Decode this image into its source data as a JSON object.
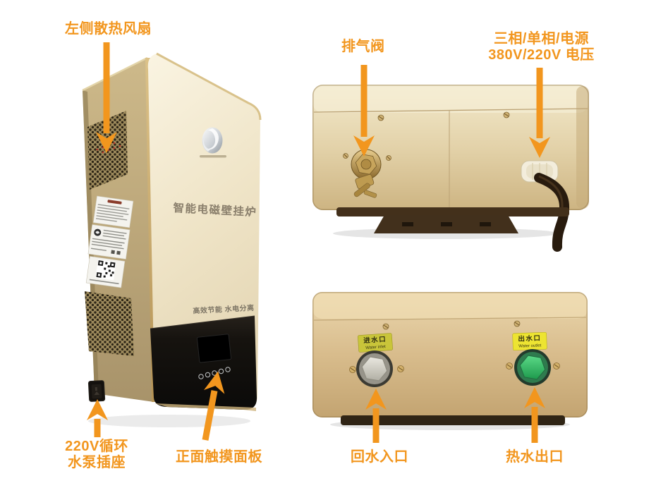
{
  "meta": {
    "accent_orange": "#F2961E",
    "body_gold": "#D9C194",
    "panel_black": "#15120F",
    "inlet_cap_gray": "#D6D4CC",
    "outlet_cap_green": "#3CC46F",
    "label_yellow": "#EDE432"
  },
  "callouts": {
    "fan": "左侧散热风扇",
    "exhaust_valve": "排气阀",
    "power_line1": "三相/单相/电源",
    "power_line2": "380V/220V 电压",
    "pump_socket_line1": "220V循环",
    "pump_socket_line2": "水泵插座",
    "touch_panel": "正面触摸面板",
    "return_inlet": "回水入口",
    "hot_outlet": "热水出口"
  },
  "boiler": {
    "front_title": "智能电磁壁挂炉",
    "front_slogan": "高效节能 水电分离",
    "inlet_label_cn": "进水口",
    "inlet_label_en": "Water inlet",
    "outlet_label_cn": "出水口",
    "outlet_label_en": "Water outlet"
  }
}
